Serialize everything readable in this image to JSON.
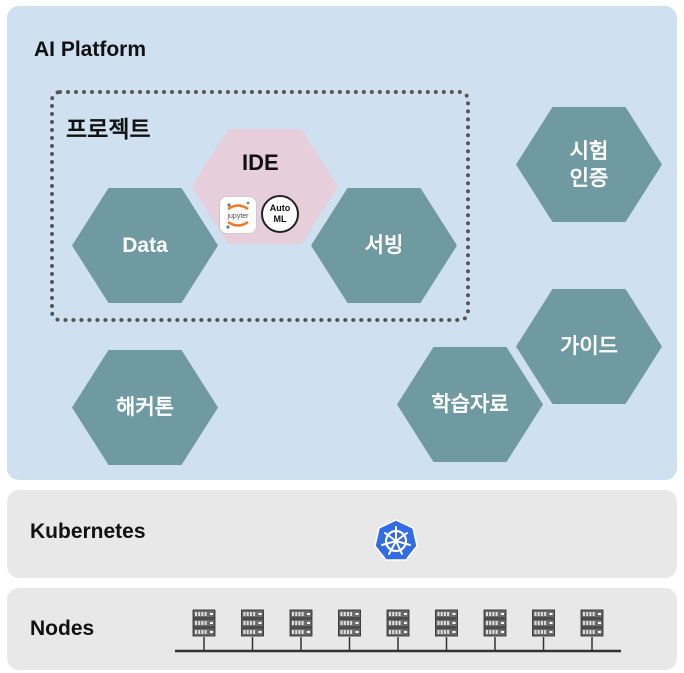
{
  "platform": {
    "title": "AI Platform"
  },
  "project": {
    "label": "프로젝트"
  },
  "ide": {
    "label": "IDE",
    "jupyter": "jupyter",
    "automl": "Auto ML"
  },
  "hexagons": {
    "data": "Data",
    "serving": "서빙",
    "certification": "시험 인증",
    "guide": "가이드",
    "hackathon": "해커톤",
    "learning": "학습자료"
  },
  "kubernetes": {
    "title": "Kubernetes",
    "icon": "kubernetes-logo-icon"
  },
  "nodes": {
    "title": "Nodes",
    "server_count": 9,
    "icon": "server-icon"
  },
  "colors": {
    "hex_teal": "#709aa1",
    "hex_pink": "#e6cfdb",
    "platform_bg": "#cfe0f1",
    "layer_bg": "#e8e8e8",
    "k8s_blue": "#326ce5"
  }
}
